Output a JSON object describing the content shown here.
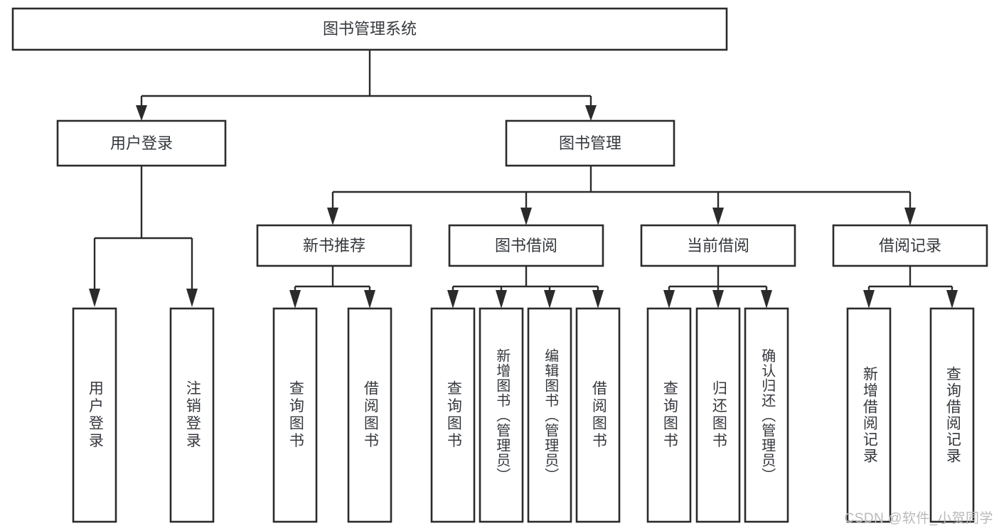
{
  "diagram": {
    "type": "tree-hierarchy",
    "title": "图书管理系统",
    "orientation": "top-down",
    "colors": {
      "stroke": "#2b2b2b",
      "box_fill": "#ffffff",
      "text": "#35383d",
      "background": "#ffffff",
      "watermark": "#b9b9b9"
    },
    "levels": {
      "level1": [
        "图书管理系统"
      ],
      "level2": [
        "用户登录",
        "图书管理"
      ],
      "level3": [
        "新书推荐",
        "图书借阅",
        "当前借阅",
        "借阅记录"
      ],
      "level4": [
        "用户登录",
        "注销登录",
        "查询图书",
        "借阅图书",
        "查询图书",
        "新增图书（管理员）",
        "编辑图书（管理员）",
        "借阅图书",
        "查询图书",
        "归还图书",
        "确认归还（管理员）",
        "新增借阅记录",
        "查询借阅记录"
      ]
    }
  },
  "root": {
    "label": "图书管理系统"
  },
  "branches": [
    {
      "label": "用户登录",
      "children": [
        {
          "label": "用户登录"
        },
        {
          "label": "注销登录"
        }
      ]
    },
    {
      "label": "图书管理",
      "children": [
        {
          "label": "新书推荐",
          "children": [
            {
              "label": "查询图书"
            },
            {
              "label": "借阅图书"
            }
          ]
        },
        {
          "label": "图书借阅",
          "children": [
            {
              "label": "查询图书"
            },
            {
              "label": "新增图书（管理员）"
            },
            {
              "label": "编辑图书（管理员）"
            },
            {
              "label": "借阅图书"
            }
          ]
        },
        {
          "label": "当前借阅",
          "children": [
            {
              "label": "查询图书"
            },
            {
              "label": "归还图书"
            },
            {
              "label": "确认归还（管理员）"
            }
          ]
        },
        {
          "label": "借阅记录",
          "children": [
            {
              "label": "新增借阅记录"
            },
            {
              "label": "查询借阅记录"
            }
          ]
        }
      ]
    }
  ],
  "nodes": {
    "root": "图书管理系统",
    "user_login": "用户登录",
    "book_mgmt": "图书管理",
    "new_book_rec": "新书推荐",
    "book_borrow": "图书借阅",
    "current_borrow": "当前借阅",
    "borrow_record": "借阅记录",
    "leaf_user_login": "用户登录",
    "leaf_logout": "注销登录",
    "leaf_query_book_a": "查询图书",
    "leaf_borrow_book_a": "借阅图书",
    "leaf_query_book_b": "查询图书",
    "leaf_add_book": "新增图书（管理员）",
    "leaf_edit_book": "编辑图书（管理员）",
    "leaf_borrow_book_b": "借阅图书",
    "leaf_query_book_c": "查询图书",
    "leaf_return_book": "归还图书",
    "leaf_confirm_return": "确认归还（管理员）",
    "leaf_add_record": "新增借阅记录",
    "leaf_query_record": "查询借阅记录"
  },
  "watermark": {
    "text": "CSDN @软件_小贺同学"
  }
}
